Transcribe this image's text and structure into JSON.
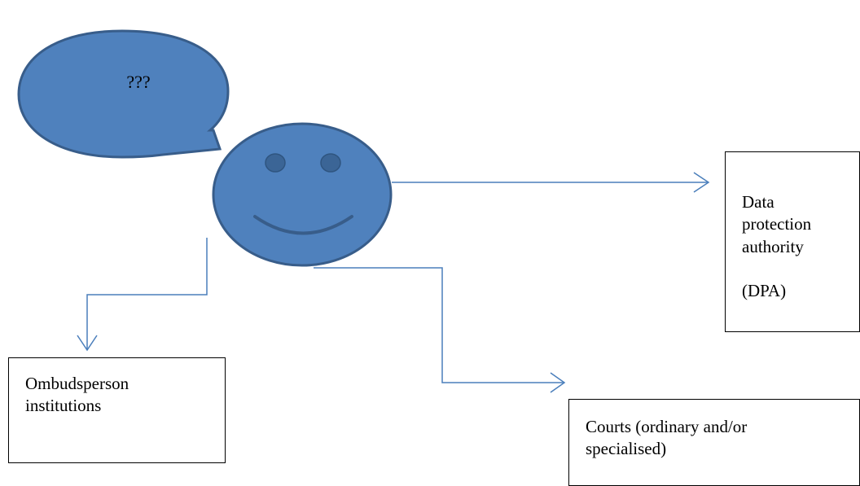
{
  "speech_bubble": {
    "text": "???"
  },
  "boxes": {
    "dpa": {
      "lines": [
        "Data",
        "protection",
        "authority",
        "(DPA)"
      ]
    },
    "ombudsperson": {
      "lines": [
        "Ombudsperson",
        "institutions"
      ]
    },
    "courts": {
      "lines": [
        "Courts (ordinary and/or",
        "specialised)"
      ]
    }
  },
  "colors": {
    "shape_fill": "#4F81BD",
    "shape_stroke": "#385D8A",
    "eye_fill": "#3B6596",
    "connector": "#4A7EBB"
  }
}
